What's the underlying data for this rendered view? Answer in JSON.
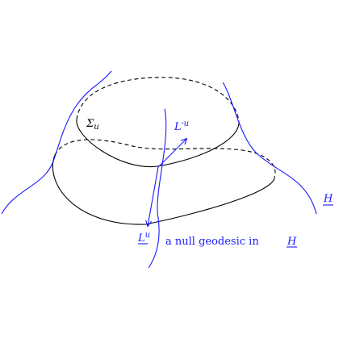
{
  "labels": {
    "sigma": "Σ",
    "sigma_sub": "u",
    "horizon": "H",
    "l_prime": "L′",
    "l_prime_sup": "u",
    "l_under": "L",
    "l_under_sup": "u",
    "geodesic_text": "a null geodesic in",
    "geodesic_horizon": "H"
  },
  "colors": {
    "surface_stroke": "#000000",
    "horizon_stroke": "#1a1aff",
    "vector_stroke": "#1a1aff"
  }
}
